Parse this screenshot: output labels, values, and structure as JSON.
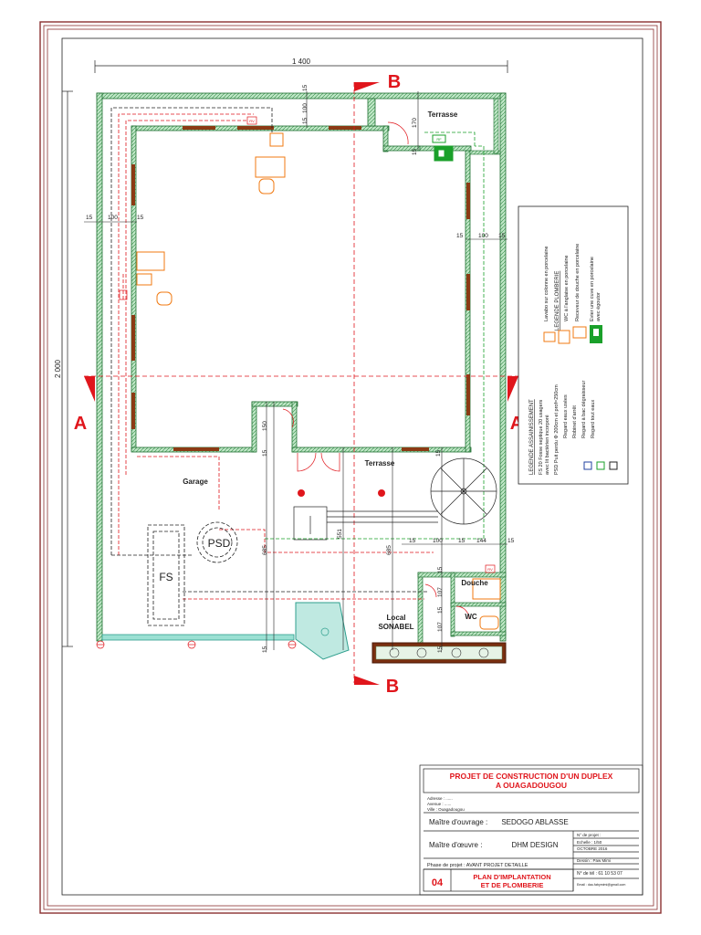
{
  "drawing": {
    "overall_width": "1 400",
    "overall_height": "2 000",
    "dims": {
      "d15": "15",
      "d100": "100",
      "d170": "170",
      "d150": "150",
      "d144": "144",
      "d685": "685",
      "d551": "551",
      "d107": "107"
    },
    "section_a": "A",
    "section_b": "B",
    "rooms": {
      "terrasse_top": "Terrasse",
      "terrasse_mid": "Terrasse",
      "garage": "Garage",
      "psd": "PSD",
      "fs": "FS",
      "douche": "Douche",
      "wc": "WC",
      "local": "Local",
      "sonabel": "SONABEL"
    },
    "markers": {
      "rv": "RV",
      "rf": "RF"
    },
    "colors": {
      "wall_fill": "#9fd6a9",
      "wall_stroke": "#1d6e2f",
      "plumbing": "#f07a12",
      "section_red": "#e0161c",
      "green_eq": "#1aa02a",
      "brown": "#8b3a14"
    }
  },
  "legend": {
    "plumbing_title": "LEGENDE PLOMBERIE",
    "plumbing_items": [
      "Lavabo sur colonne en porcelaine",
      "WC à l'anglaise en porcelaine",
      "Receveur de douche en porcelaine",
      "Evier une cuve en porcelaine",
      "avec égoutor"
    ],
    "sanitation_title": "LEGENDE ASSAINISSEMENT",
    "sanitation_items": [
      "FS 20  Fosse septique 20 usagers",
      "avec lit bactérien incorporé",
      "PSD    Puit perdu Φ 200cm et prof=250cm",
      "Regard eaux usées",
      "Robinet d'arrêt",
      "Regard à bac dégraisseur",
      "Regard tout eaux"
    ]
  },
  "title_block": {
    "project_line1": "PROJET DE CONSTRUCTION D'UN DUPLEX",
    "project_line2": "A OUAGADOUGOU",
    "address": "Adresse : ......",
    "avenue": "Avenue : ......",
    "city": "Ville : Ouagadougou",
    "owner_label": "Maître d'ouvrage :",
    "owner_value": "SEDOGO ABLASSE",
    "designer_label": "Maître d'œuvre :",
    "designer_value": "DHM DESIGN",
    "project_no": "N° de projet :",
    "scale": "Echelle : 1/50",
    "date": "OCTOBRE 2016",
    "phase": "Phase de projet : AVANT PROJET DETAILLE",
    "drawn_by": "Dessin : Paw Mimi",
    "phone": "N° de tél : 61 10 53 07",
    "email": "Email : dau.fabymimi@gmail.com",
    "sheet_no": "04",
    "sheet_title1": "PLAN D'IMPLANTATION",
    "sheet_title2": "ET DE PLOMBERIE"
  }
}
